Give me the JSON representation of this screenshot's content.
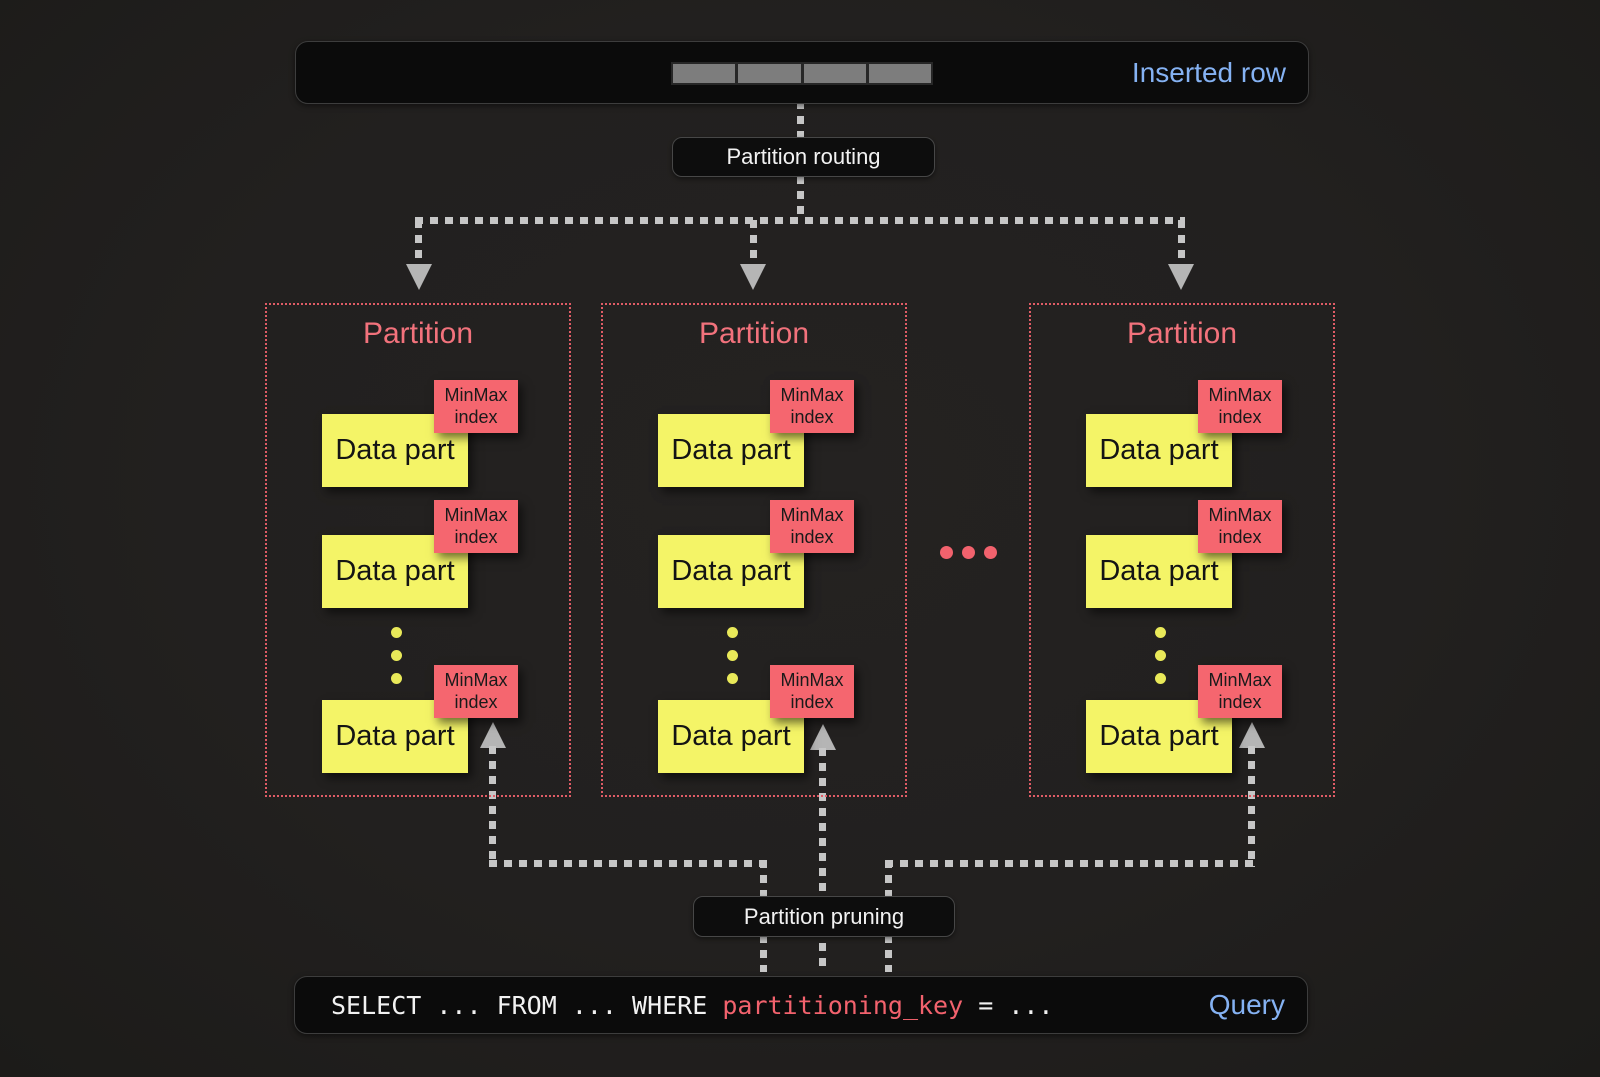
{
  "colors": {
    "background": "#22201f",
    "panel_black": "#0b0b0b",
    "panel_border": "#3d3d3d",
    "accent_blue": "#85b2f3",
    "accent_pink": "#f2626d",
    "partition_border_pink": "#e05c66",
    "partition_title_pink": "#f2727c",
    "data_part_yellow": "#f4f467",
    "minmax_tag_pink": "#f5666f",
    "connector_gray": "#c6c6c6",
    "row_cell_gray": "#7d7d7d",
    "dots_yellow": "#e9e959"
  },
  "inserted_row": {
    "label": "Inserted row",
    "cell_count": 4
  },
  "routing_label": "Partition routing",
  "pruning_label": "Partition pruning",
  "partitions": [
    {
      "title": "Partition",
      "parts": [
        {
          "name": "Data part",
          "index": "MinMax index"
        },
        {
          "name": "Data part",
          "index": "MinMax index"
        },
        {
          "name": "Data part",
          "index": "MinMax index"
        }
      ]
    },
    {
      "title": "Partition",
      "parts": [
        {
          "name": "Data part",
          "index": "MinMax index"
        },
        {
          "name": "Data part",
          "index": "MinMax index"
        },
        {
          "name": "Data part",
          "index": "MinMax index"
        }
      ]
    },
    {
      "title": "Partition",
      "parts": [
        {
          "name": "Data part",
          "index": "MinMax index"
        },
        {
          "name": "Data part",
          "index": "MinMax index"
        },
        {
          "name": "Data part",
          "index": "MinMax index"
        }
      ]
    }
  ],
  "query": {
    "select_prefix": "SELECT ... FROM ... WHERE ",
    "partition_key": "partitioning_key",
    "suffix": " = ...",
    "label": "Query"
  }
}
